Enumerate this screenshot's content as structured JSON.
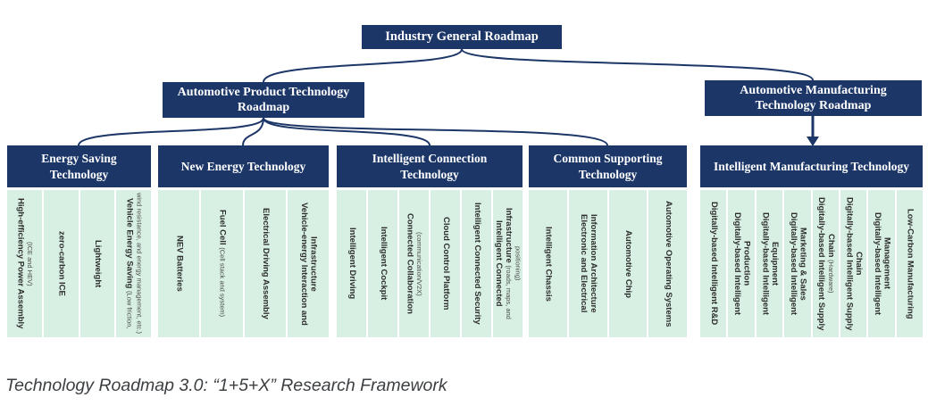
{
  "root": {
    "title": "Industry General Roadmap"
  },
  "level2": {
    "product": "Automotive Product Technology Roadmap",
    "manufacturing": "Automotive Manufacturing Technology Roadmap"
  },
  "groups": [
    {
      "title": "Energy Saving Technology",
      "items": [
        {
          "label": "High-efficiency Power Assembly",
          "note": "(ICE and HEV)"
        },
        {
          "label": "zero-carbon ICE",
          "note": ""
        },
        {
          "label": "Lightweight",
          "note": ""
        },
        {
          "label": "Vehicle Energy Saving",
          "note": "(Low friction, wind resistance, and energy management, etc.)"
        }
      ]
    },
    {
      "title": "New Energy Technology",
      "items": [
        {
          "label": "NEV Batteries",
          "note": ""
        },
        {
          "label": "Fuel Cell",
          "note": "(Cell stack and system)"
        },
        {
          "label": "Electrical Driving Assembly",
          "note": ""
        },
        {
          "label": "Vehicle-energy Interaction and Infrastructure",
          "note": ""
        }
      ]
    },
    {
      "title": "Intelligent Connection Technology",
      "items": [
        {
          "label": "Intelligent Driving",
          "note": ""
        },
        {
          "label": "Intelligent Cockpit",
          "note": ""
        },
        {
          "label": "Connected Collaboration",
          "note": "(communication/V2X)"
        },
        {
          "label": "Cloud Control Platform",
          "note": ""
        },
        {
          "label": "Intelligent Connected Security",
          "note": ""
        },
        {
          "label": "Intelligent Connected Infrastructure",
          "note": "(roads, maps, and positioning)"
        }
      ]
    },
    {
      "title": "Common Supporting Technology",
      "items": [
        {
          "label": "Intelligent Chassis",
          "note": ""
        },
        {
          "label": "Electronic and Electrical Information Architecture",
          "note": ""
        },
        {
          "label": "Automotive Chip",
          "note": ""
        },
        {
          "label": "Automotive Operating Systems",
          "note": ""
        }
      ]
    },
    {
      "title": "Intelligent Manufacturing Technology",
      "items": [
        {
          "label": "Digitally-based Intelligent R&D",
          "note": ""
        },
        {
          "label": "Digitally-based Intelligent Production",
          "note": ""
        },
        {
          "label": "Digitally-based Intelligent Equipment",
          "note": ""
        },
        {
          "label": "Digitally-based Intelligent Marketing & Sales",
          "note": ""
        },
        {
          "label": "Digitally-based Intelligent Supply Chain",
          "note": "(Hardware)"
        },
        {
          "label": "Digitally-based Intelligent Supply Chain",
          "note": ""
        },
        {
          "label": "Digitally-based Intelligent Management",
          "note": ""
        },
        {
          "label": "Low-Carbon Manufacturing",
          "note": ""
        }
      ]
    }
  ],
  "caption": "Technology Roadmap 3.0: “1+5+X” Research Framework",
  "colors": {
    "navy": "#1b3667",
    "mint": "#d8f0e3"
  }
}
